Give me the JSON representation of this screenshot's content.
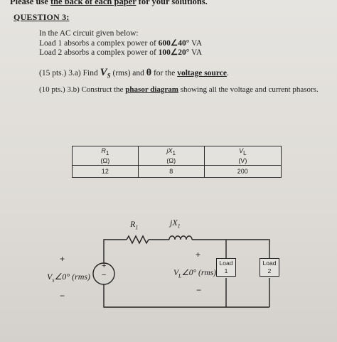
{
  "header": {
    "line_pre": "Please use ",
    "line_underlined": "the back of each paper",
    "line_post": " for your solutions."
  },
  "question": {
    "title": "QUESTION 3:",
    "intro": "In the AC circuit given below:",
    "load1_pre": "Load 1 absorbs a complex power of ",
    "load1_value": "600∠40°",
    "load1_unit": " VA",
    "load2_pre": "Load 2 absorbs a complex power of ",
    "load2_value": "100∠20°",
    "load2_unit": " VA",
    "part_a_pts": "(15 pts.) 3.a) Find ",
    "part_a_var": "V",
    "part_a_sub": "S",
    "part_a_mid": " (rms) and ",
    "part_a_theta": "θ",
    "part_a_for": " for the ",
    "part_a_target": "voltage source",
    "part_a_end": ".",
    "part_b_pts": "(10 pts.) 3.b) Construct the ",
    "part_b_target": "phasor diagram",
    "part_b_end": " showing all the voltage and current phasors."
  },
  "table": {
    "headers": [
      {
        "symbol": "R",
        "sub": "1",
        "unit": "(Ω)"
      },
      {
        "symbol": "jX",
        "sub": "1",
        "unit": "(Ω)"
      },
      {
        "symbol": "V",
        "sub": "L",
        "unit": "(V)"
      }
    ],
    "values": [
      "12",
      "8",
      "200"
    ]
  },
  "circuit": {
    "r1_sym": "R",
    "r1_sub": "1",
    "x1_sym": "jX",
    "x1_sub": "1",
    "vs_label": "V",
    "vs_sub": "s",
    "vs_tail": "∠0° (rms)",
    "vl_label": "V",
    "vl_sub": "L",
    "vl_tail": "∠0° (rms)",
    "plus": "+",
    "minus": "−",
    "load1_line1": "Load",
    "load1_line2": "1",
    "load2_line1": "Load",
    "load2_line2": "2"
  }
}
